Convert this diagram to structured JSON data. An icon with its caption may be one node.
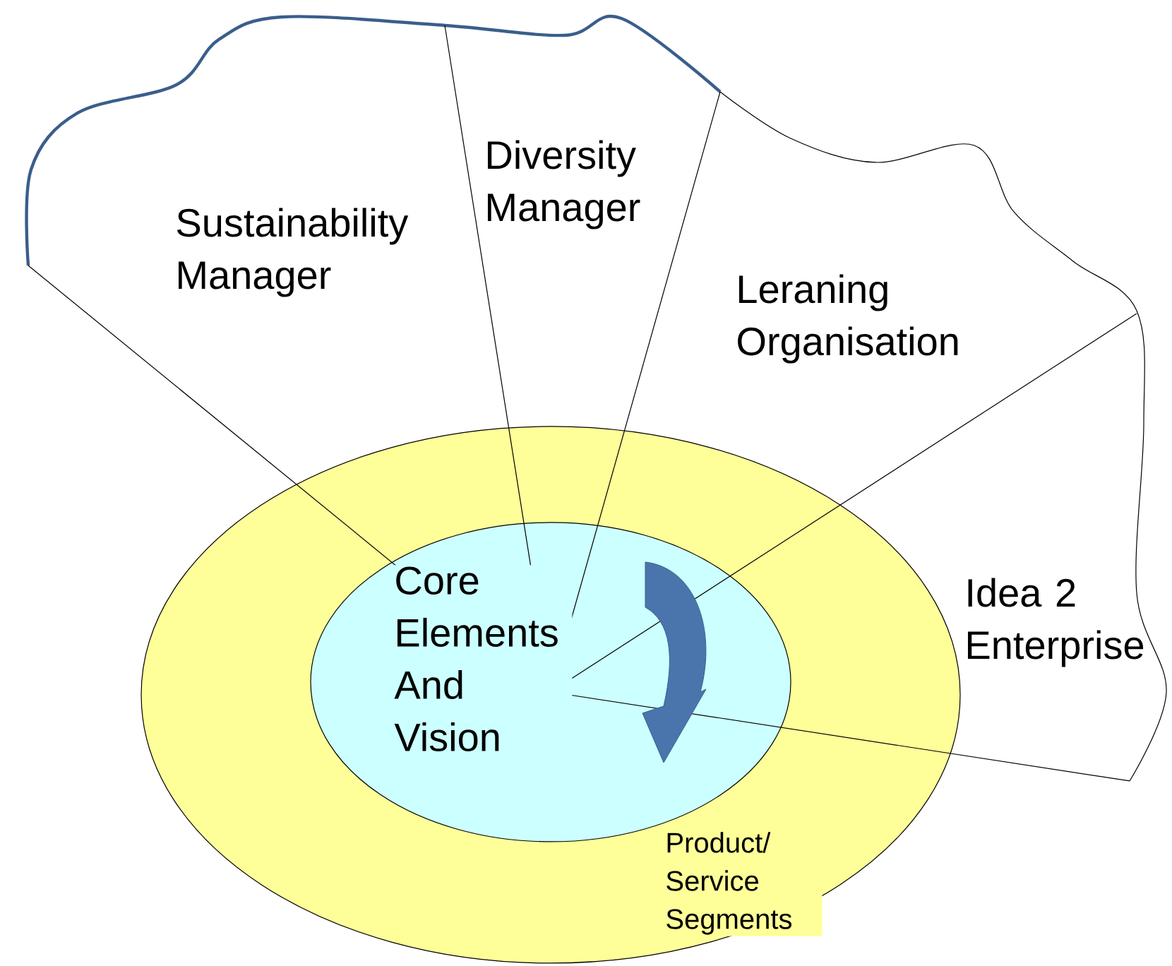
{
  "diagram": {
    "nodes": [
      {
        "text": [
          "Product/ Service Segments"
        ]
      },
      {
        "text": [
          "Core Elements And Vision"
        ],
        "in": 0
      }
    ],
    "labels": [
      "Sustainability Manager",
      "Diversity Manager",
      "Leraning Organisation",
      "Idea 2 Enterprise"
    ]
  }
}
